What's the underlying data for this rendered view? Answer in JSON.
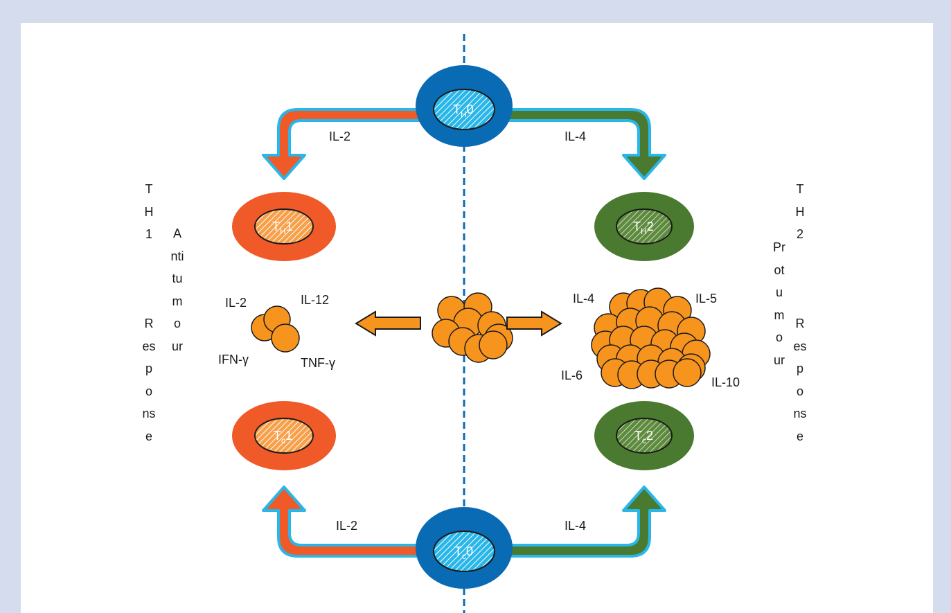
{
  "colors": {
    "background": "#d5dcee",
    "panel": "#ffffff",
    "naive_cell": "#0a6bb5",
    "naive_nucleus": "#29b6e8",
    "th1_tc1_cell": "#f05a28",
    "th1_tc1_nucleus": "#f7a04a",
    "th2_tc2_cell": "#4a7a30",
    "th2_tc2_nucleus": "#6b9a4c",
    "tumour_cell": "#f7941d",
    "arrow_outline": "#29b6e8"
  },
  "cells": {
    "th0": {
      "main": "T",
      "sub": "H",
      "suffix": "0"
    },
    "th1": {
      "main": "T",
      "sub": "H",
      "suffix": "1"
    },
    "th2": {
      "main": "T",
      "sub": "H",
      "suffix": "2"
    },
    "tc0": {
      "main": "T",
      "sub": "c",
      "suffix": "0"
    },
    "tc1": {
      "main": "T",
      "sub": "c",
      "suffix": "1"
    },
    "tc2": {
      "main": "T",
      "sub": "c",
      "suffix": "2"
    }
  },
  "arrow_labels": {
    "top_left": "IL-2",
    "top_right": "IL-4",
    "bottom_left": "IL-2",
    "bottom_right": "IL-4"
  },
  "cytokines_left": {
    "il2": "IL-2",
    "il12": "IL-12",
    "ifn": "IFN-γ",
    "tnf": "TNF-γ"
  },
  "cytokines_right": {
    "il4": "IL-4",
    "il5": "IL-5",
    "il6": "IL-6",
    "il10": "IL-10"
  },
  "side_labels": {
    "th1": "TH1",
    "antitumour": "Antitumour",
    "response_left": "Response",
    "th2": "TH2",
    "protumour": "Protumour",
    "response_right": "Response"
  }
}
